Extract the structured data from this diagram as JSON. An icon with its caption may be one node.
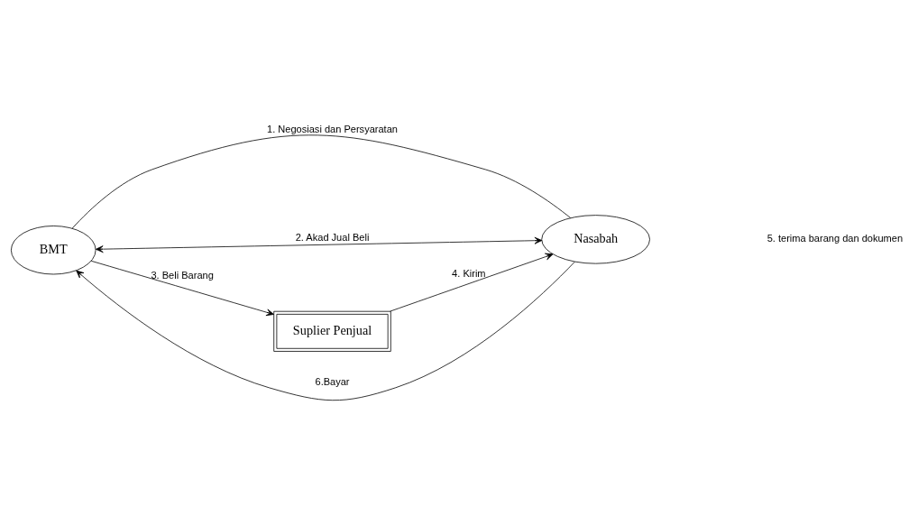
{
  "diagram": {
    "nodes": [
      {
        "text": [
          "BMT"
        ]
      },
      {
        "text": [
          "Nasabah"
        ]
      },
      {
        "text": [
          "Suplier Penjual"
        ]
      }
    ],
    "edges": [
      {
        "from": 0,
        "to": 1,
        "arrow": "none",
        "label": "1. Negosiasi dan Persyaratan"
      },
      {
        "from": 0,
        "to": 1,
        "arrow": "both",
        "label": "2. Akad Jual Beli"
      },
      {
        "from": 1,
        "to": 0,
        "arrow": "to",
        "label": "6.Bayar"
      },
      {
        "from": 0,
        "to": 2,
        "arrow": "to",
        "label": "3. Beli Barang"
      },
      {
        "from": 2,
        "to": 1,
        "arrow": "to",
        "label": "4. Kirim"
      }
    ],
    "labels": [
      "5. terima barang dan dokumen"
    ]
  }
}
